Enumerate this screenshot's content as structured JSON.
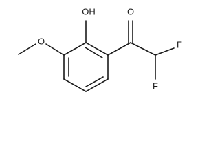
{
  "molecule": {
    "atom_labels": {
      "hydroxyl": "OH",
      "carbonyl_oxygen": "O",
      "methoxy_oxygen": "O",
      "fluorine_upper": "F",
      "fluorine_lower": "F"
    }
  },
  "colors": {
    "bond": "#1a1a1a",
    "background": "#ffffff"
  }
}
